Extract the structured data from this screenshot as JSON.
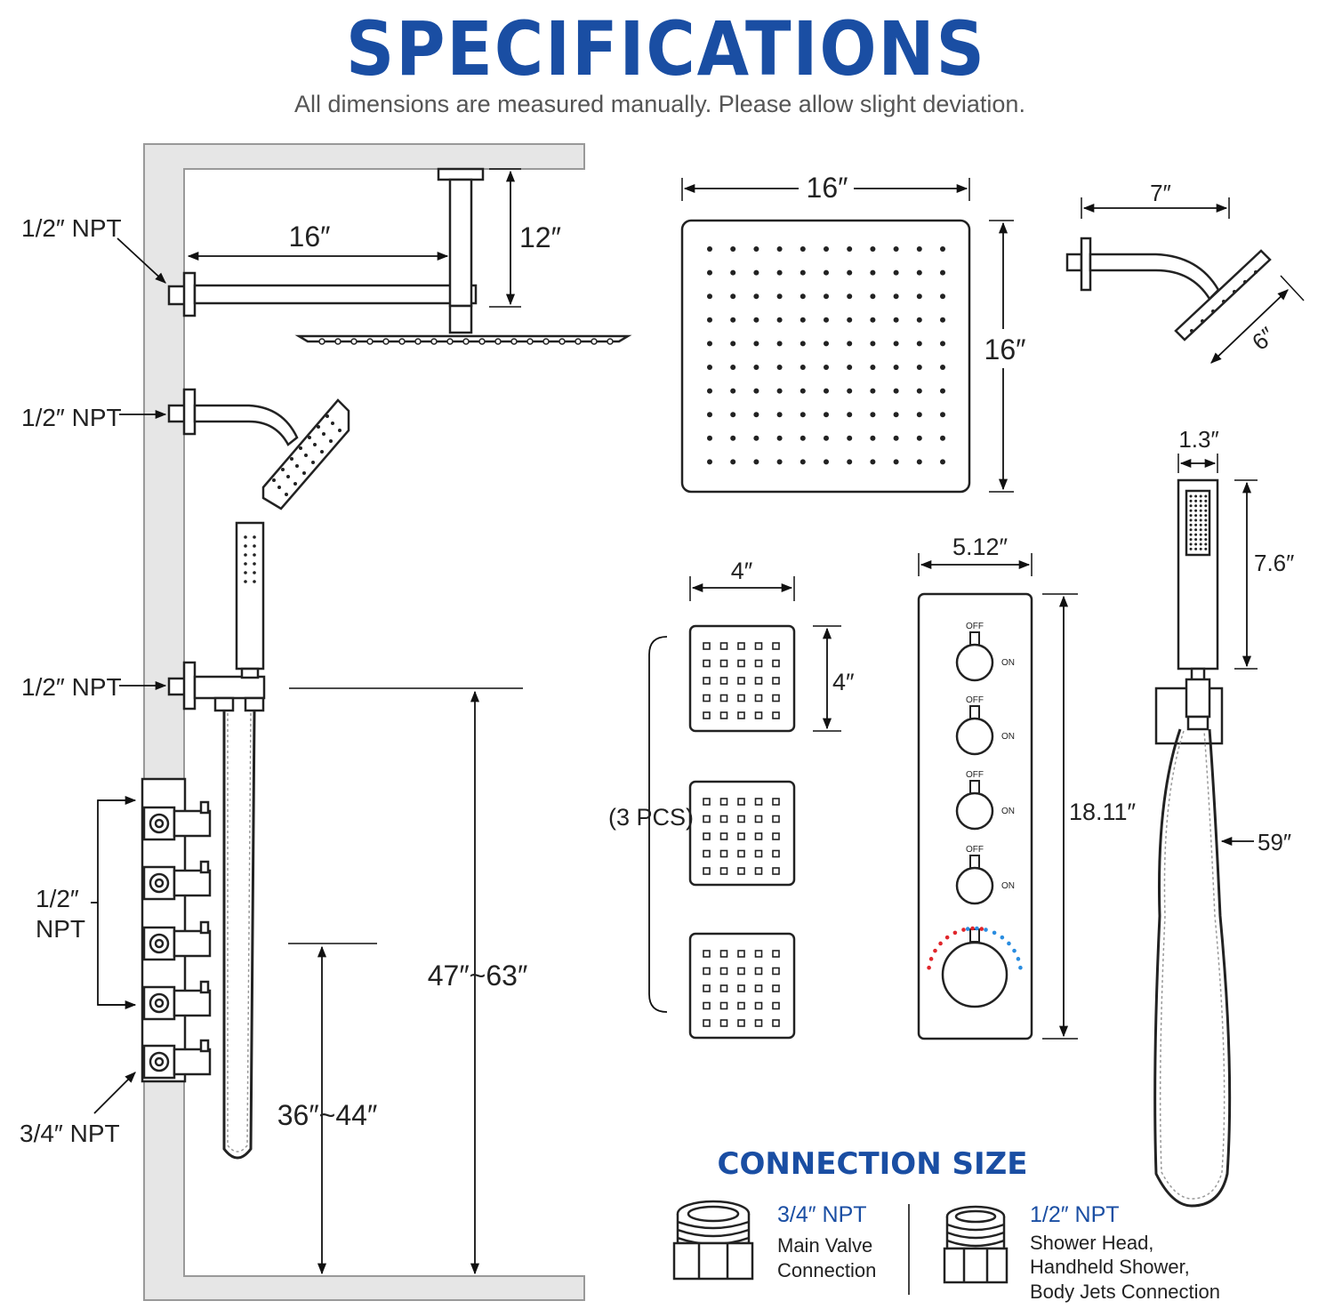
{
  "header": {
    "title": "SPECIFICATIONS",
    "subtitle": "All dimensions are measured manually. Please allow slight deviation."
  },
  "left_diagram": {
    "npt_top": "1/2″ NPT",
    "npt_arm": "1/2″ NPT",
    "npt_hand": "1/2″ NPT",
    "npt_valves_1": "1/2″",
    "npt_valves_2": "NPT",
    "npt_main": "3/4″ NPT",
    "arm_length": "16″",
    "ceiling_drop": "12″",
    "height_top": "47″~63″",
    "height_bottom": "36″~44″"
  },
  "rain_head": {
    "width": "16″",
    "height": "16″"
  },
  "wall_head": {
    "arm": "7″",
    "face": "6″"
  },
  "body_jets": {
    "width": "4″",
    "height": "4″",
    "count": "(3 PCS)"
  },
  "valve_panel": {
    "width": "5.12″",
    "height": "18.11″",
    "off_label": "OFF",
    "on_label": "ON"
  },
  "handheld": {
    "width": "1.3″",
    "length": "7.6″",
    "hose": "59″"
  },
  "connection_size": {
    "title": "CONNECTION SIZE",
    "main_size": "3/4″ NPT",
    "main_desc_1": "Main Valve",
    "main_desc_2": "Connection",
    "shower_size": "1/2″ NPT",
    "shower_desc_1": "Shower Head,",
    "shower_desc_2": "Handheld Shower,",
    "shower_desc_3": "Body Jets Connection"
  },
  "colors": {
    "title_blue": "#1a4ea3",
    "hot": "#e0262b",
    "cold": "#2a8de0",
    "wall": "#e6e6e6"
  }
}
